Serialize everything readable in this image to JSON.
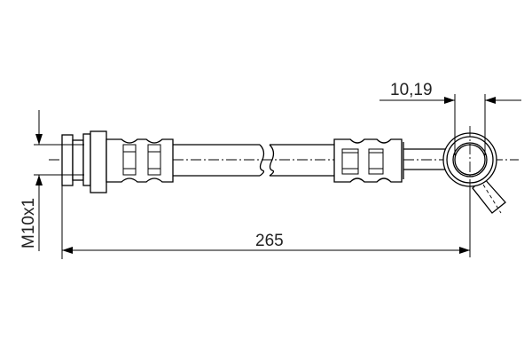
{
  "dimensions": {
    "overall_length": "265",
    "thread": "M10x1",
    "banjo_width": "10,19"
  },
  "colors": {
    "line": "#000000",
    "background": "#ffffff"
  }
}
